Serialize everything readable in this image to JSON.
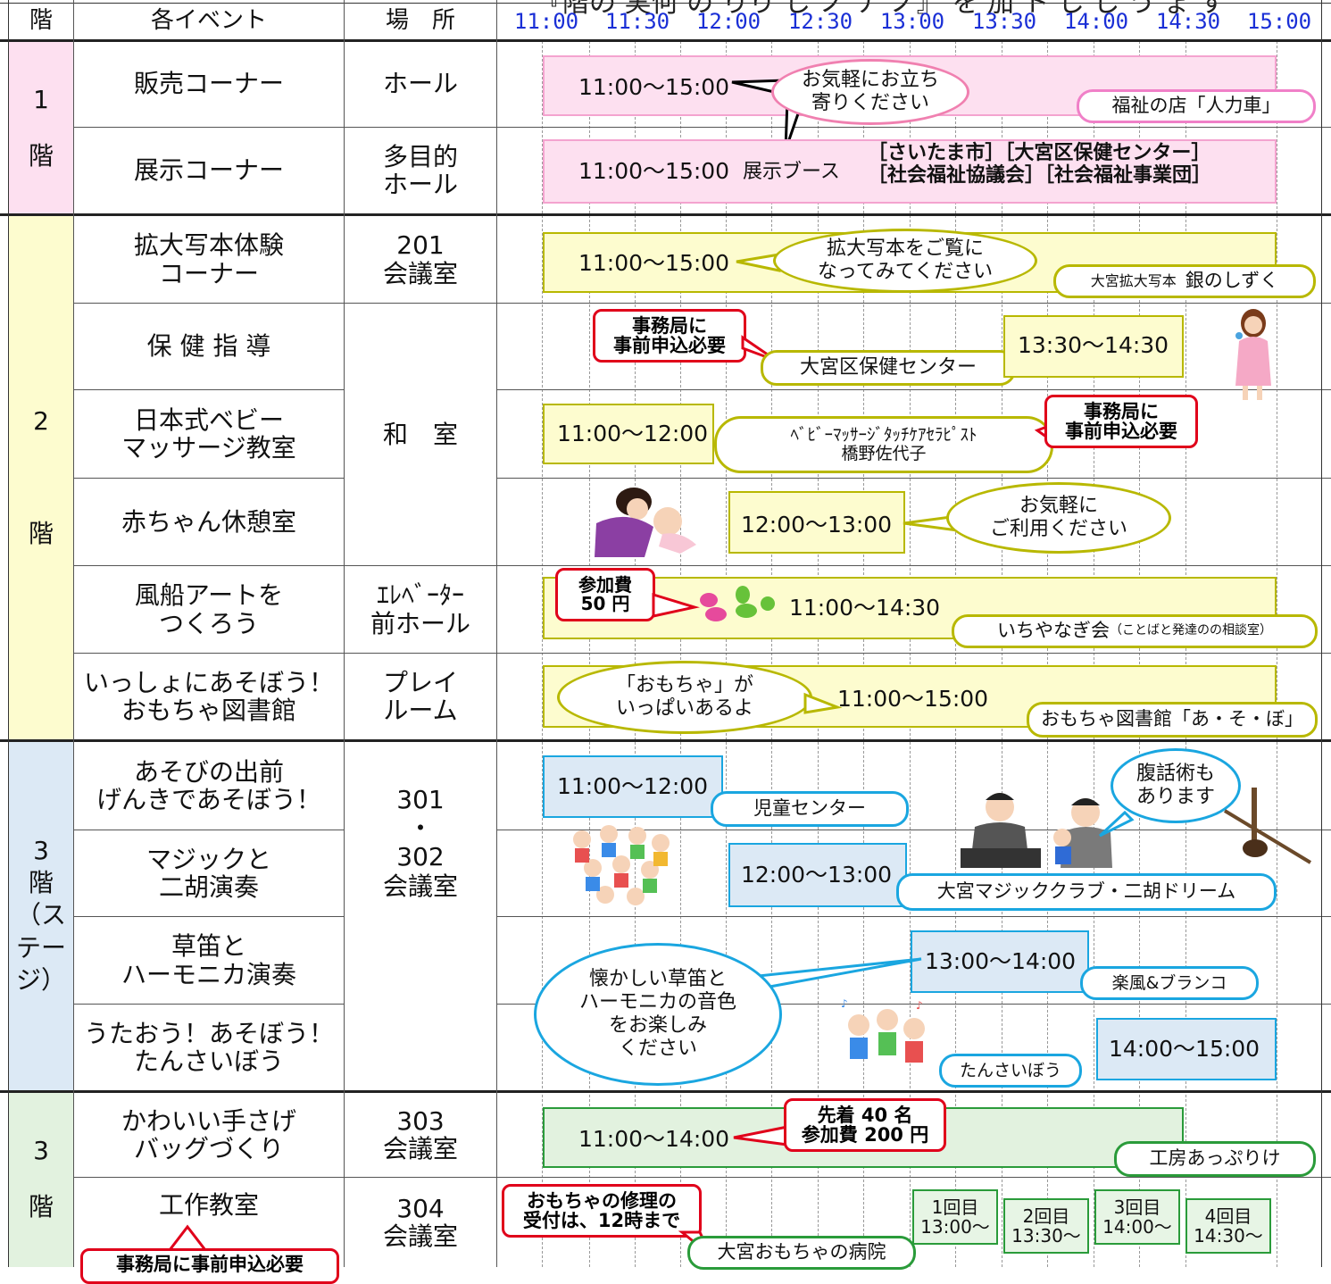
{
  "page": {
    "title_fragment": "『階の 実何 の りり し ノ ナ ノ』 を 加 ト し し う ょ す"
  },
  "header": {
    "floor": "階",
    "event": "各イベント",
    "location": "場　所",
    "times": [
      "11:00",
      "11:30",
      "12:00",
      "12:30",
      "13:00",
      "13:30",
      "14:00",
      "14:30",
      "15:00"
    ]
  },
  "colors": {
    "pink": "#fde0f0",
    "pink_border": "#f4a3cf",
    "yellow": "#fdfccf",
    "yellow_border": "#b8b800",
    "blue": "#dce9f5",
    "blue_border": "#1aa6e0",
    "green": "#e2f2df",
    "green_border": "#2a9b3a",
    "time_blue": "#1a2fd6",
    "red": "#e0001a"
  },
  "floors": [
    {
      "label": "1\n\n階"
    },
    {
      "label": "2\n\n\n\n階"
    },
    {
      "label": "3\n階\n（ステージ）"
    },
    {
      "label": "3\n\n階"
    }
  ],
  "rows": [
    {
      "event": "販売コーナー",
      "location": "ホール"
    },
    {
      "event": "展示コーナー",
      "location": "多目的\nホール"
    },
    {
      "event": "拡大写本体験\nコーナー",
      "location": "201\n会議室"
    },
    {
      "event": "保 健 指 導",
      "location": ""
    },
    {
      "event": "日本式ベビー\nマッサージ教室",
      "location": "和　室"
    },
    {
      "event": "赤ちゃん休憩室",
      "location": ""
    },
    {
      "event": "風船アートを\nつくろう",
      "location": "ｴﾚﾍﾞｰﾀｰ\n前ホール"
    },
    {
      "event": "いっしょにあそぼう！\nおもちゃ図書館",
      "location": "プレイ\nルーム"
    },
    {
      "event": "あそびの出前\nげんきであそぼう！",
      "location": ""
    },
    {
      "event": "マジックと\n二胡演奏",
      "location": "301\n・\n302\n会議室"
    },
    {
      "event": "草笛と\nハーモニカ演奏",
      "location": ""
    },
    {
      "event": "うたおう！あそぼう！\nたんさいぼう",
      "location": ""
    },
    {
      "event": "かわいい手さげ\nバッグづくり",
      "location": "303\n会議室"
    },
    {
      "event": "工作教室",
      "location": "304\n会議室"
    }
  ],
  "schedule": {
    "hanbai": {
      "time": "11:00〜15:00",
      "bubble": "お気軽にお立ち\n寄りください",
      "org": "福祉の店「人力車」"
    },
    "tenji": {
      "time": "11:00〜15:00",
      "label": "展示ブース",
      "booths": "［さいたま市］［大宮区保健センター］\n［社会福祉協議会］［社会福祉事業団］"
    },
    "kakudai": {
      "time": "11:00〜15:00",
      "bubble": "拡大写本をご覧に\nなってみてください",
      "org_prefix": "大宮拡大写本",
      "org_name": "銀のしずく"
    },
    "hoken": {
      "note": "事務局に\n事前申込必要",
      "org": "大宮区保健センター",
      "time": "13:30〜14:30"
    },
    "baby": {
      "time": "11:00〜12:00",
      "org": "ﾍﾞﾋﾞｰﾏｯｻｰｼﾞﾀｯﾁｹｱｾﾗﾋﾟｽﾄ\n橋野佐代子",
      "note": "事務局に\n事前申込必要"
    },
    "akachan": {
      "time": "12:00〜13:00",
      "bubble": "お気軽に\nご利用ください"
    },
    "fusen": {
      "fee": "参加費\n50 円",
      "time": "11:00〜14:30",
      "org": "いちやなぎ会",
      "org_sub": "（ことばと発達のの相談室）"
    },
    "omocha": {
      "bubble": "「おもちゃ」が\nいっぱいあるよ",
      "time": "11:00〜15:00",
      "org": "おもちゃ図書館「あ・そ・ぼ」"
    },
    "asobi": {
      "time": "11:00〜12:00",
      "org": "児童センター",
      "bubble": "腹話術も\nあります"
    },
    "magic": {
      "time": "12:00〜13:00",
      "org": "大宮マジッククラブ・二胡ドリーム"
    },
    "kusabue": {
      "time": "13:00〜14:00",
      "org": "楽風&ブランコ",
      "bubble": "懐かしい草笛と\nハーモニカの音色\nをお楽しみ\nください"
    },
    "utaou": {
      "time": "14:00〜15:00",
      "org": "たんさいぼう"
    },
    "bag": {
      "time": "11:00〜14:00",
      "note": "先着 40 名\n参加費 200 円",
      "org": "工房あっぷりけ"
    },
    "kousaku": {
      "note": "おもちゃの修理の\n受付は、12時まで",
      "org": "大宮おもちゃの病院",
      "note2": "事務局に事前申込必要",
      "slots": [
        "1回目\n13:00〜",
        "2回目\n13:30〜",
        "3回目\n14:00〜",
        "4回目\n14:30〜"
      ]
    }
  }
}
